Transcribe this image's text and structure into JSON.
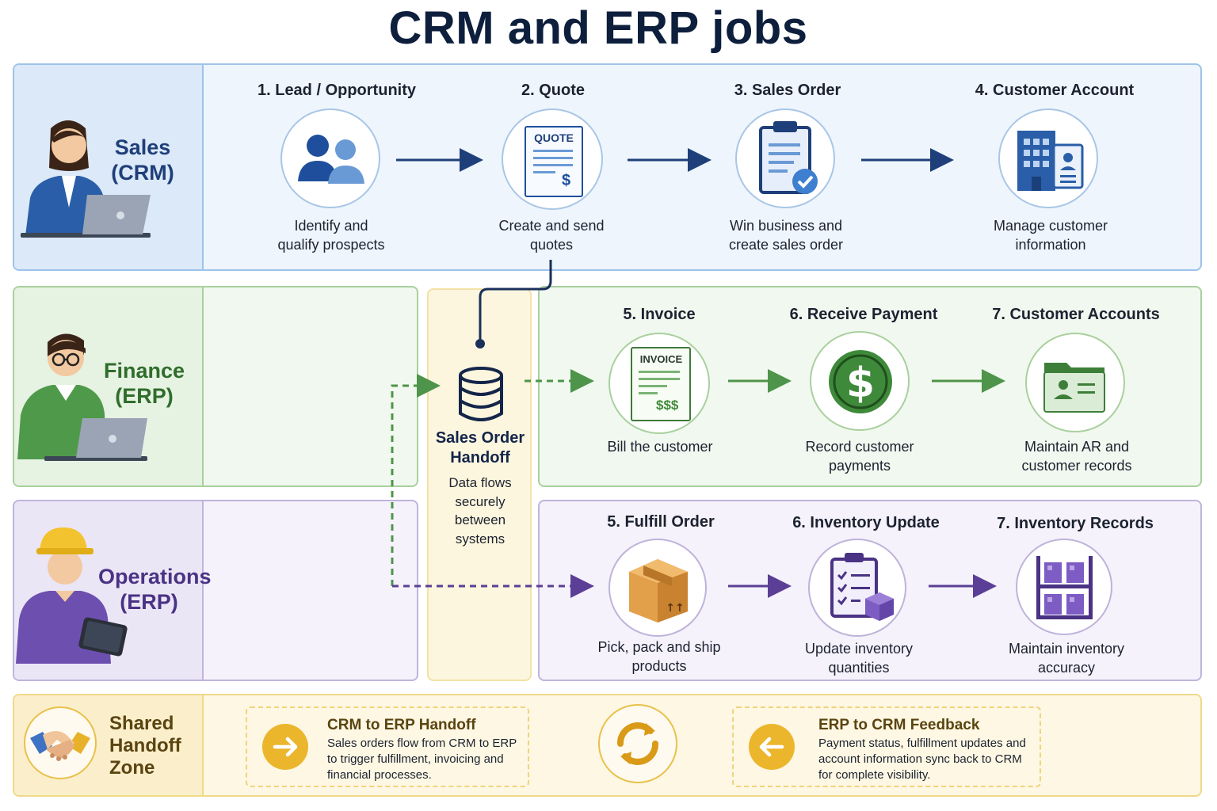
{
  "title": "CRM and ERP jobs",
  "colors": {
    "sales": "#1f3f7a",
    "finance": "#3f8b3a",
    "operations": "#5b3f96",
    "shared": "#e3b22b"
  },
  "sales": {
    "role": [
      "Sales",
      "(CRM)"
    ],
    "steps": [
      {
        "title": "1. Lead / Opportunity",
        "desc": [
          "Identify and",
          "qualify prospects"
        ],
        "icon": "people-icon"
      },
      {
        "title": "2. Quote",
        "desc": [
          "Create and send",
          "quotes"
        ],
        "icon": "quote-document-icon",
        "icon_text": "QUOTE"
      },
      {
        "title": "3. Sales Order",
        "desc": [
          "Win business and",
          "create sales order"
        ],
        "icon": "clipboard-check-icon"
      },
      {
        "title": "4. Customer Account",
        "desc": [
          "Manage customer",
          "information"
        ],
        "icon": "building-contact-icon"
      }
    ]
  },
  "finance": {
    "role": [
      "Finance",
      "(ERP)"
    ],
    "steps": [
      {
        "title": "5. Invoice",
        "desc": [
          "Bill the customer"
        ],
        "icon": "invoice-icon",
        "icon_text": "INVOICE",
        "icon_amount": "$$$"
      },
      {
        "title": "6. Receive Payment",
        "desc": [
          "Record customer",
          "payments"
        ],
        "icon": "dollar-coin-icon"
      },
      {
        "title": "7. Customer Accounts",
        "desc": [
          "Maintain AR and",
          "customer records"
        ],
        "icon": "folder-contact-icon"
      }
    ]
  },
  "operations": {
    "role": [
      "Operations",
      "(ERP)"
    ],
    "steps": [
      {
        "title": "5. Fulfill Order",
        "desc": [
          "Pick, pack and ship",
          "products"
        ],
        "icon": "package-box-icon"
      },
      {
        "title": "6. Inventory Update",
        "desc": [
          "Update inventory",
          "quantities"
        ],
        "icon": "inventory-checklist-icon"
      },
      {
        "title": "7. Inventory Records",
        "desc": [
          "Maintain inventory",
          "accuracy"
        ],
        "icon": "warehouse-shelf-icon"
      }
    ]
  },
  "handoff": {
    "title": [
      "Sales Order",
      "Handoff"
    ],
    "desc": [
      "Data flows",
      "securely",
      "between",
      "systems"
    ],
    "icon": "database-icon"
  },
  "shared": {
    "title": [
      "Shared",
      "Handoff",
      "Zone"
    ],
    "icon": "handshake-icon",
    "crm_to_erp": {
      "title": "CRM to ERP Handoff",
      "text": [
        "Sales orders flow from CRM to ERP",
        "to trigger fulfillment, invoicing and",
        "financial processes."
      ],
      "icon": "arrow-right-icon"
    },
    "sync_icon": "sync-icon",
    "erp_to_crm": {
      "title": "ERP to CRM Feedback",
      "text": [
        "Payment status, fulfillment updates and",
        "account information sync back to CRM",
        "for complete visibility."
      ],
      "icon": "arrow-left-icon"
    }
  }
}
